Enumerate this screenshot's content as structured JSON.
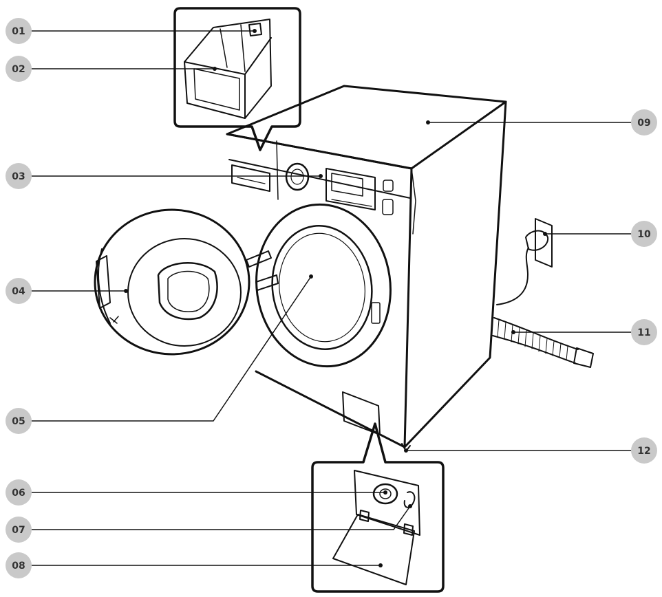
{
  "colors": {
    "badge_fill": "#c9c9c9",
    "badge_text": "#333333",
    "line": "#111111",
    "background": "#ffffff"
  },
  "callouts": [
    {
      "label": "01",
      "part": "detergent-drawer-compartment"
    },
    {
      "label": "02",
      "part": "detergent-drawer"
    },
    {
      "label": "03",
      "part": "control-panel"
    },
    {
      "label": "04",
      "part": "door"
    },
    {
      "label": "05",
      "part": "drum"
    },
    {
      "label": "06",
      "part": "debris-filter"
    },
    {
      "label": "07",
      "part": "emergency-drain-tube"
    },
    {
      "label": "08",
      "part": "filter-cover"
    },
    {
      "label": "09",
      "part": "worktop"
    },
    {
      "label": "10",
      "part": "power-plug"
    },
    {
      "label": "11",
      "part": "drain-hose"
    },
    {
      "label": "12",
      "part": "levelling-leg"
    }
  ]
}
